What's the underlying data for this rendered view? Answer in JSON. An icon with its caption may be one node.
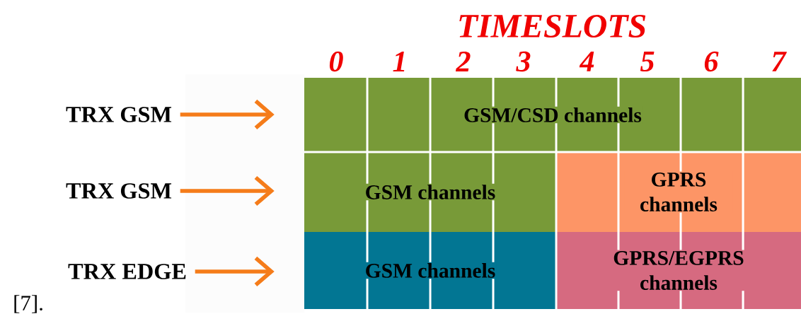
{
  "diagram": {
    "nodes": [
      {
        "text": [
          "TRX GSM"
        ]
      },
      {
        "text": [
          "TRX GSM"
        ]
      },
      {
        "text": [
          "TRX EDGE"
        ]
      },
      {
        "text": [
          "GSM/CSD channels"
        ]
      },
      {
        "text": [
          "GSM channels"
        ]
      },
      {
        "text": [
          "GPRS channels"
        ]
      },
      {
        "text": [
          "GSM channels"
        ]
      },
      {
        "text": [
          "GPRS/EGPRS channels"
        ]
      }
    ],
    "edges": [
      {
        "from": 0,
        "to": 3,
        "arrow": "to"
      },
      {
        "from": 1,
        "to": 4,
        "arrow": "to"
      },
      {
        "from": 2,
        "to": 6,
        "arrow": "to"
      }
    ],
    "labels": [
      "TIMESLOTS",
      "0",
      "1",
      "2",
      "3",
      "4",
      "5",
      "6",
      "7",
      "[7]."
    ]
  }
}
